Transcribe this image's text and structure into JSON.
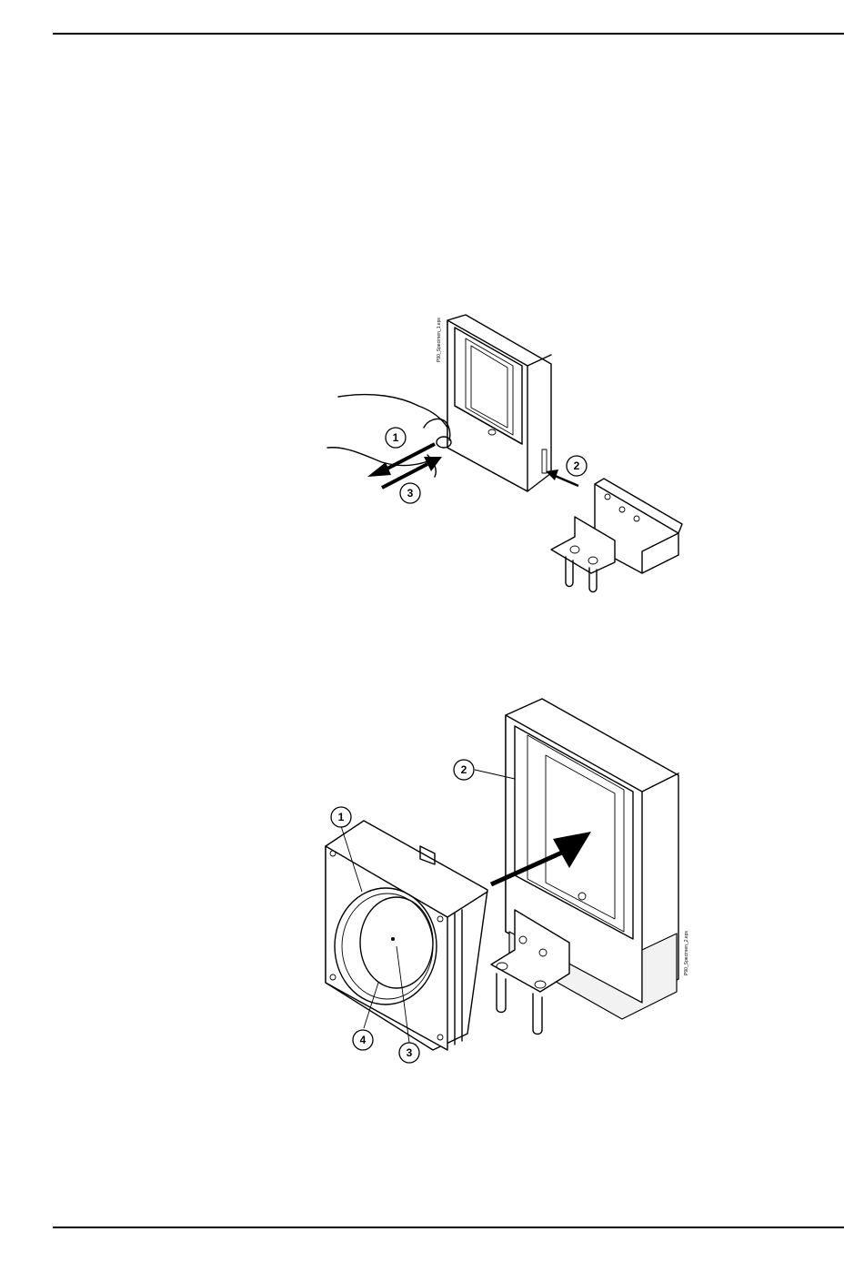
{
  "figure1": {
    "ref_code": "P90_Specimen_1.eps",
    "callouts": [
      "1",
      "2",
      "3"
    ]
  },
  "figure2": {
    "ref_code": "P90_Specimen_2.eps",
    "callouts": [
      "1",
      "2",
      "3",
      "4"
    ]
  }
}
